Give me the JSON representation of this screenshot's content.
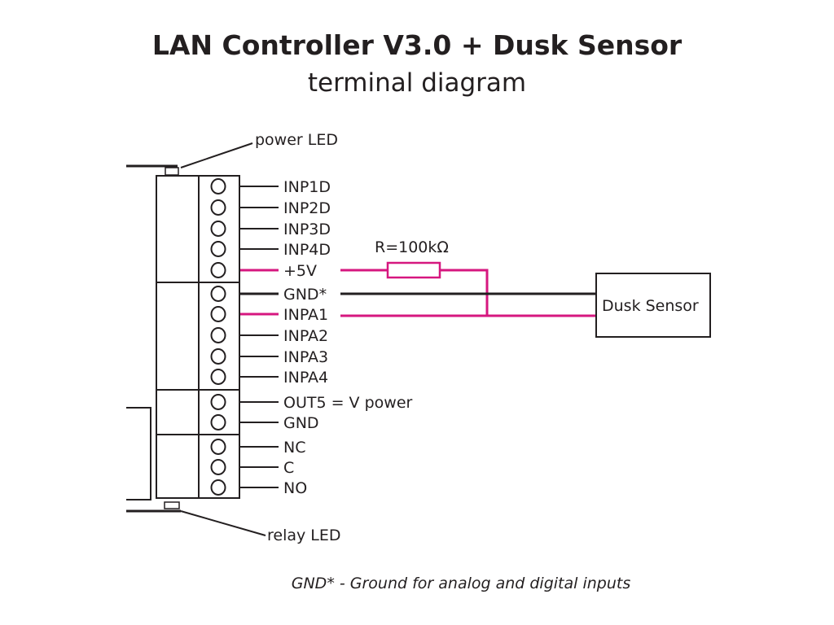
{
  "header": {
    "title": "LAN Controller V3.0 + Dusk Sensor",
    "subtitle": "terminal diagram"
  },
  "colors": {
    "wire_black": "#231f20",
    "wire_pink": "#d6177f"
  },
  "leds": {
    "power": "power LED",
    "relay": "relay LED"
  },
  "terminals": [
    {
      "label": "INP1D",
      "wire": "black"
    },
    {
      "label": "INP2D",
      "wire": "black"
    },
    {
      "label": "INP3D",
      "wire": "black"
    },
    {
      "label": "INP4D",
      "wire": "black"
    },
    {
      "label": "+5V",
      "wire": "pink"
    },
    {
      "label": "GND*",
      "wire": "black"
    },
    {
      "label": "INPA1",
      "wire": "pink"
    },
    {
      "label": "INPA2",
      "wire": "black"
    },
    {
      "label": "INPA3",
      "wire": "black"
    },
    {
      "label": "INPA4",
      "wire": "black"
    },
    {
      "label": "OUT5 = V power",
      "wire": "black"
    },
    {
      "label": "GND",
      "wire": "black"
    },
    {
      "label": "NC",
      "wire": "black"
    },
    {
      "label": "C",
      "wire": "black"
    },
    {
      "label": "NO",
      "wire": "black"
    }
  ],
  "resistor": {
    "label": "R=100kΩ"
  },
  "sensor": {
    "label": "Dusk Sensor"
  },
  "footnote": "GND* - Ground for analog and digital inputs"
}
